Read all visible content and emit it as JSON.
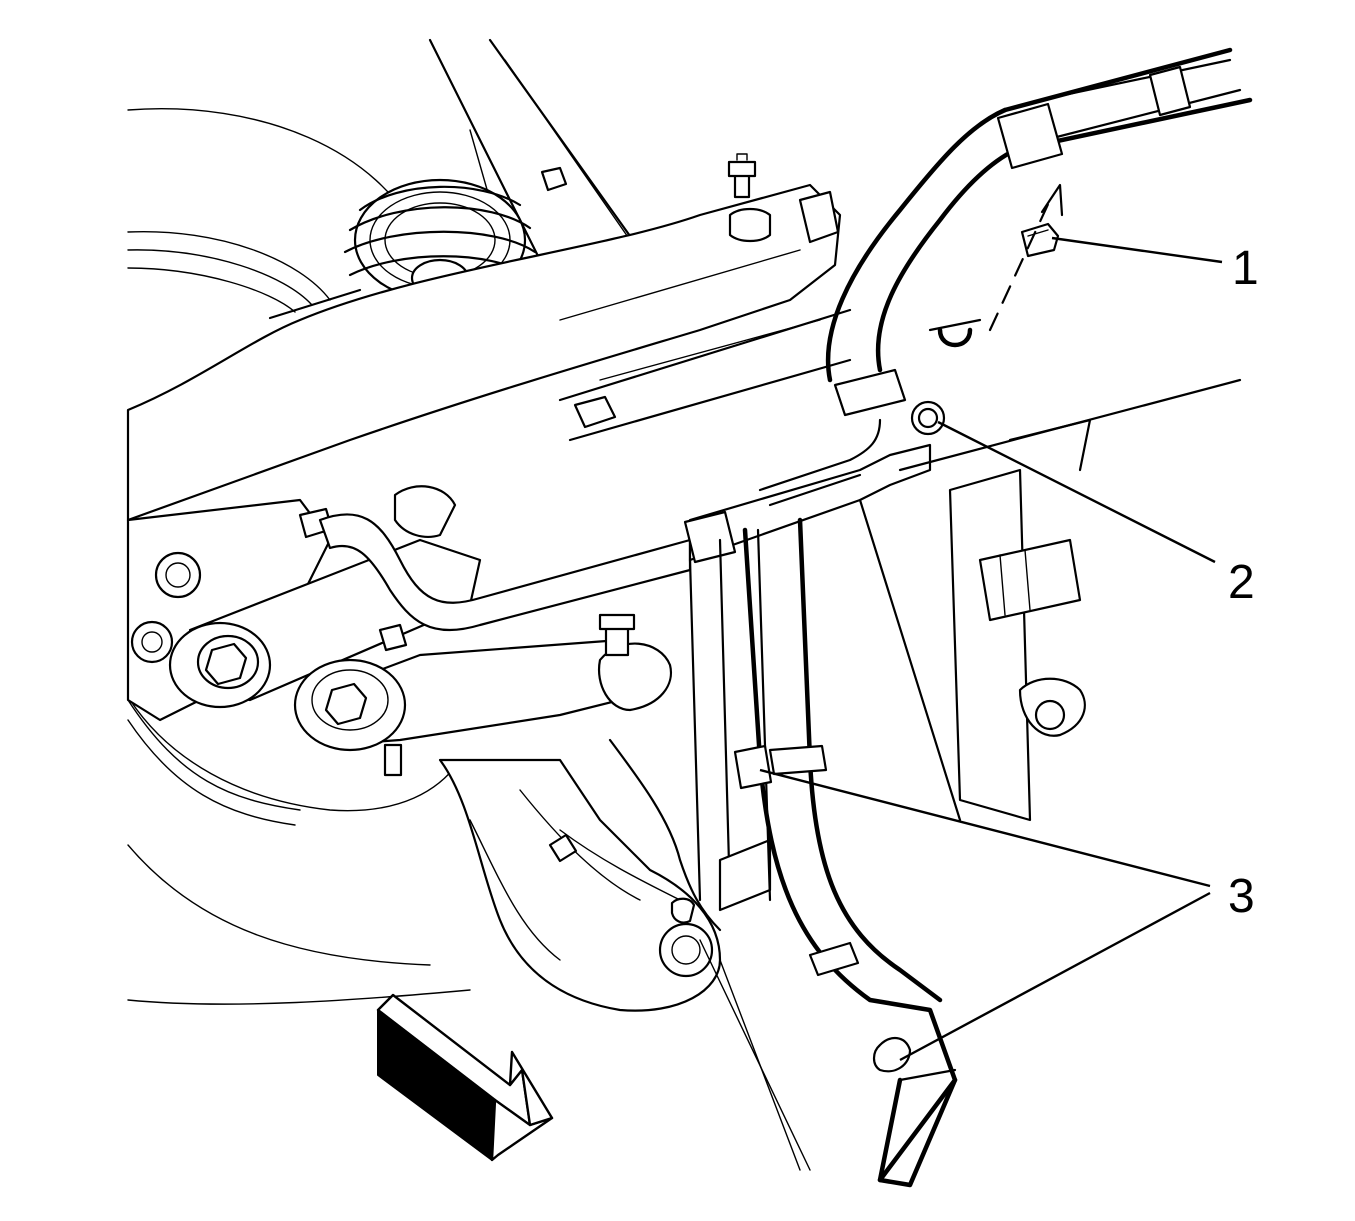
{
  "figure": {
    "type": "technical-line-illustration",
    "callouts": [
      {
        "id": "1",
        "label": "1"
      },
      {
        "id": "2",
        "label": "2"
      },
      {
        "id": "3",
        "label": "3"
      }
    ],
    "direction_arrow": "forward-arrow-icon",
    "colors": {
      "line": "#000000",
      "background": "#ffffff"
    }
  }
}
